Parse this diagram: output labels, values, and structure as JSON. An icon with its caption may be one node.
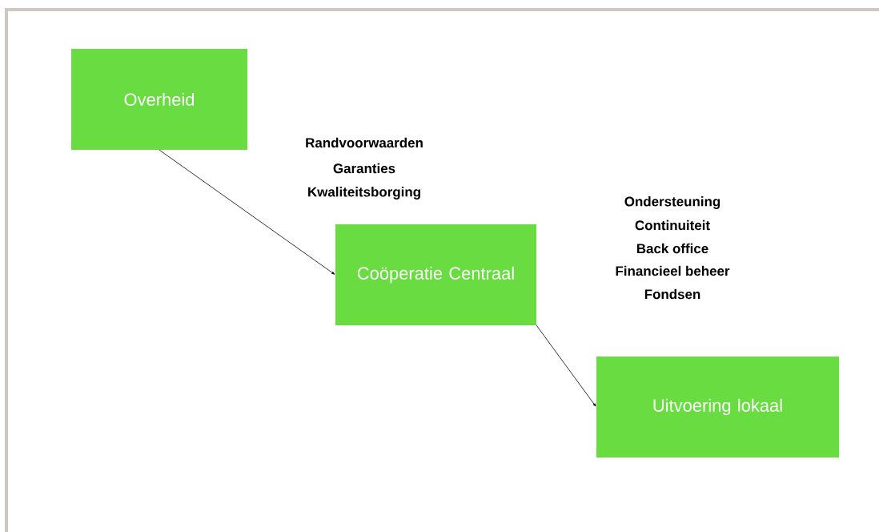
{
  "diagram": {
    "nodes": [
      {
        "text": [
          "Overheid"
        ]
      },
      {
        "text": [
          "Coöperatie Centraal"
        ]
      },
      {
        "text": [
          "Uitvoering lokaal"
        ]
      }
    ],
    "edges": [
      {
        "from": 0,
        "to": 1,
        "arrow": "to"
      },
      {
        "from": 1,
        "to": 2,
        "arrow": "to"
      }
    ],
    "labels": [
      "Randvoorwaarden",
      "Garanties",
      "Kwaliteitsborging",
      "Ondersteuning",
      "Continuiteit",
      "Back office",
      "Financieel beheer",
      "Fondsen"
    ]
  }
}
